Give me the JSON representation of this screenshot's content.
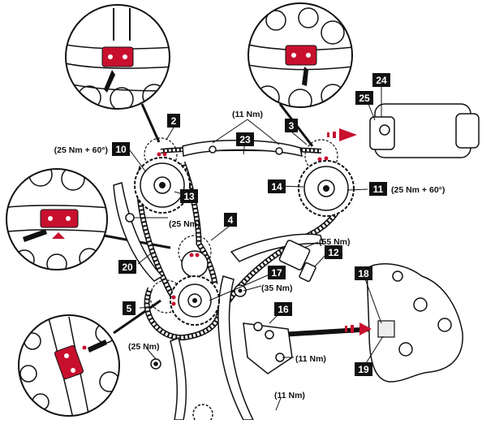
{
  "colors": {
    "ink": "#111111",
    "highlight": "#c8102e",
    "paper": "#ffffff",
    "shade": "#dcdcdc"
  },
  "callouts": {
    "c2": "2",
    "c3": "3",
    "c4": "4",
    "c5": "5",
    "c10": "10",
    "c11": "11",
    "c12": "12",
    "c13": "13",
    "c14": "14",
    "c16": "16",
    "c17": "17",
    "c18": "18",
    "c19": "19",
    "c20": "20",
    "c23": "23",
    "c24": "24",
    "c25": "25"
  },
  "torques": {
    "t_top": "(11 Nm)",
    "t_left_cam": "(25 Nm + 60°)",
    "t_right_cam": "(25 Nm + 60°)",
    "t_guide_bolt": "(25 Nm)",
    "t_55": "(55 Nm)",
    "t_35": "(35 Nm)",
    "t_lower_left": "(25 Nm)",
    "t_tensioner": "(11 Nm)",
    "t_bottom": "(11 Nm)"
  }
}
